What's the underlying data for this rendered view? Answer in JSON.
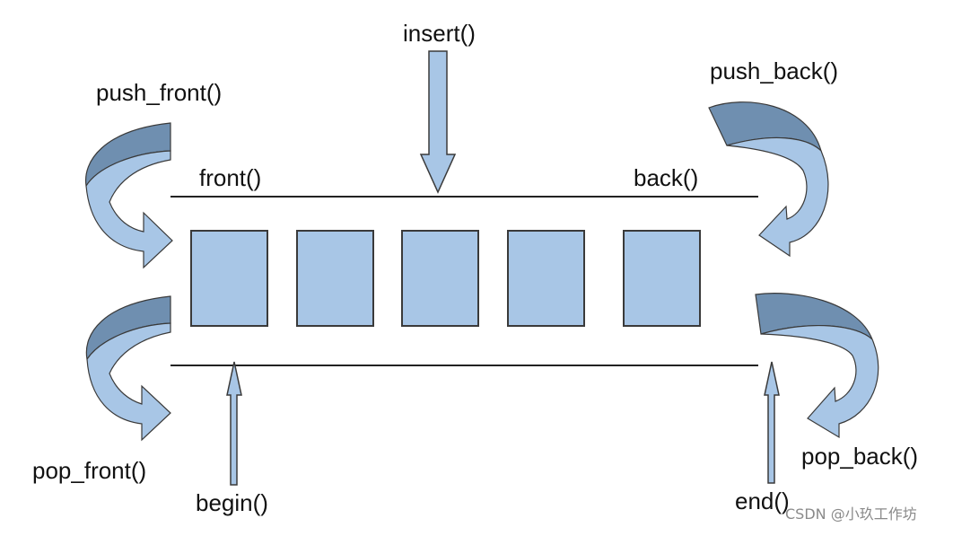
{
  "labels": {
    "insert": "insert()",
    "push_front": "push_front()",
    "push_back": "push_back()",
    "front": "front()",
    "back": "back()",
    "pop_front": "pop_front()",
    "pop_back": "pop_back()",
    "begin": "begin()",
    "end": "end()"
  },
  "watermark": "CSDN @小玖工作坊",
  "container": {
    "element_count": 5
  },
  "colors": {
    "box_fill": "#a8c6e6",
    "box_stroke": "#3a3a3a",
    "arrow_fill": "#a8c6e6",
    "arrow_dark": "#6f8fb0",
    "line": "#222222"
  }
}
